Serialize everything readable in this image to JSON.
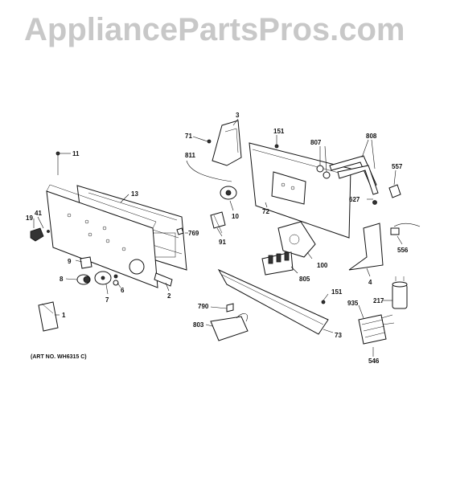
{
  "watermark": "AppliancePartsPros.com",
  "art_number": "(ART NO. WH6315 C)",
  "labels": {
    "l1": "1",
    "l2": "2",
    "l3": "3",
    "l4": "4",
    "l6": "6",
    "l7": "7",
    "l8": "8",
    "l9": "9",
    "l10": "10",
    "l11": "11",
    "l13": "13",
    "l19": "19",
    "l41": "41",
    "l71": "71",
    "l72": "72",
    "l73": "73",
    "l91": "91",
    "l100": "100",
    "l151a": "151",
    "l151b": "151",
    "l217": "217",
    "l546": "546",
    "l556": "556",
    "l557": "557",
    "l627": "627",
    "l769": "769",
    "l790": "790",
    "l803": "803",
    "l805": "805",
    "l807": "807",
    "l808": "808",
    "l811": "811",
    "l935": "935"
  }
}
